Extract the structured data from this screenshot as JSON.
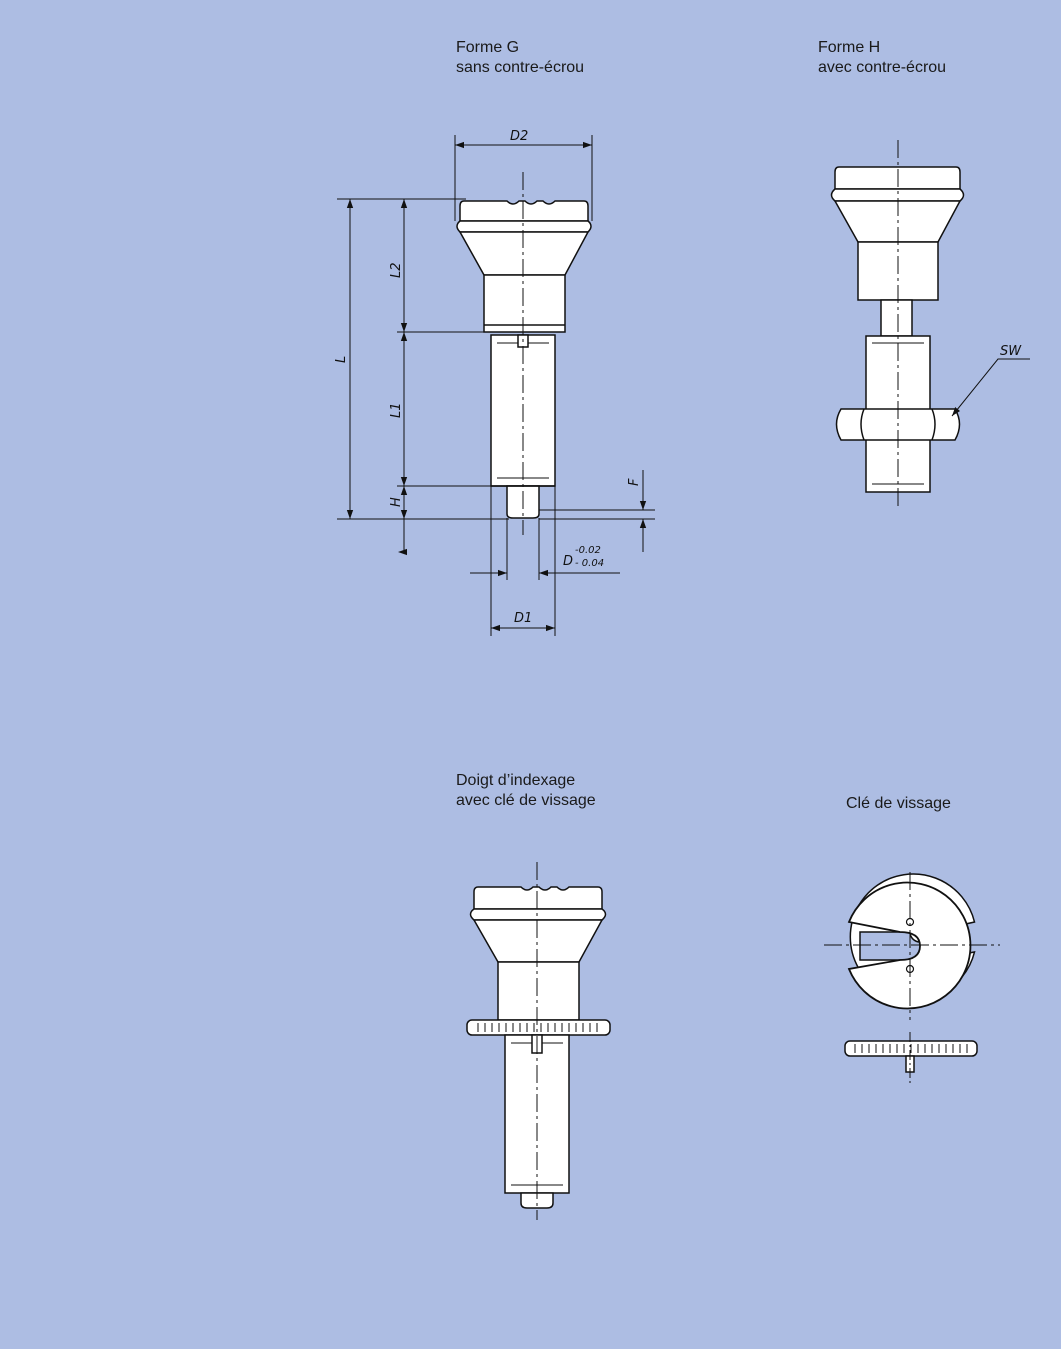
{
  "views": {
    "forme_g": {
      "caption_line1": "Forme G",
      "caption_line2": "sans contre-écrou"
    },
    "forme_h": {
      "caption_line1": "Forme H",
      "caption_line2": "avec contre-écrou"
    },
    "indexing": {
      "caption_line1": "Doigt d’indexage",
      "caption_line2": "avec clé de vissage"
    },
    "key": {
      "caption_line1": "Clé de vissage"
    }
  },
  "dimensions": {
    "d2": "D2",
    "l": "L",
    "l1": "L1",
    "l2": "L2",
    "h": "H",
    "f": "F",
    "d": "D",
    "d_tol_upper": "-0.02",
    "d_tol_lower": "- 0.04",
    "d1": "D1",
    "sw": "SW"
  },
  "colors": {
    "background": "#adbde3",
    "part_fill": "#ffffff",
    "line": "#111111"
  }
}
